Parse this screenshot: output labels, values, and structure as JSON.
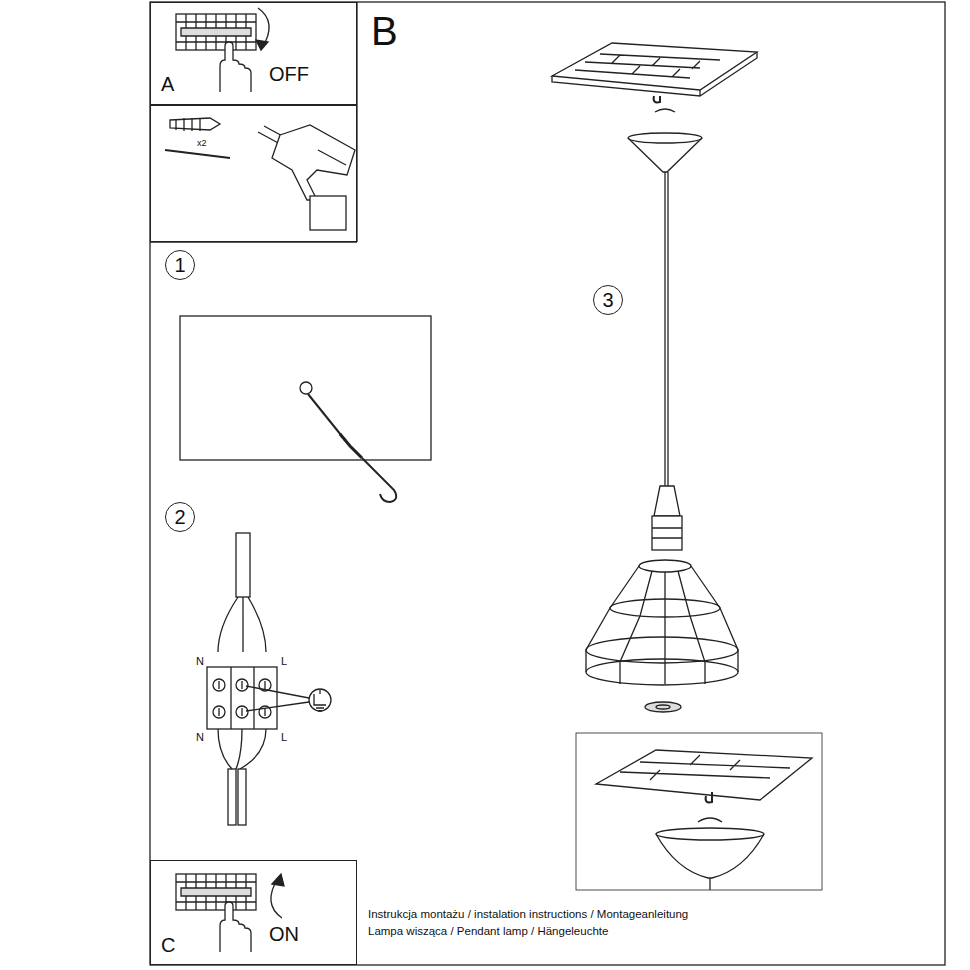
{
  "diagram": {
    "nodes": [
      {
        "text": [
          "A",
          "OFF"
        ]
      },
      {
        "text": [
          "x2"
        ]
      },
      {
        "text": [
          "1"
        ]
      },
      {
        "text": [
          "2"
        ]
      },
      {
        "text": [
          "3"
        ]
      },
      {
        "text": [
          "C",
          "ON"
        ]
      }
    ],
    "labels": [
      "B",
      "N",
      "L",
      "N",
      "L",
      "Instrukcja montażu / instalation instructions / Montageanleitung",
      "Lampa wisząca / Pendant lamp / Hängeleuchte"
    ]
  }
}
